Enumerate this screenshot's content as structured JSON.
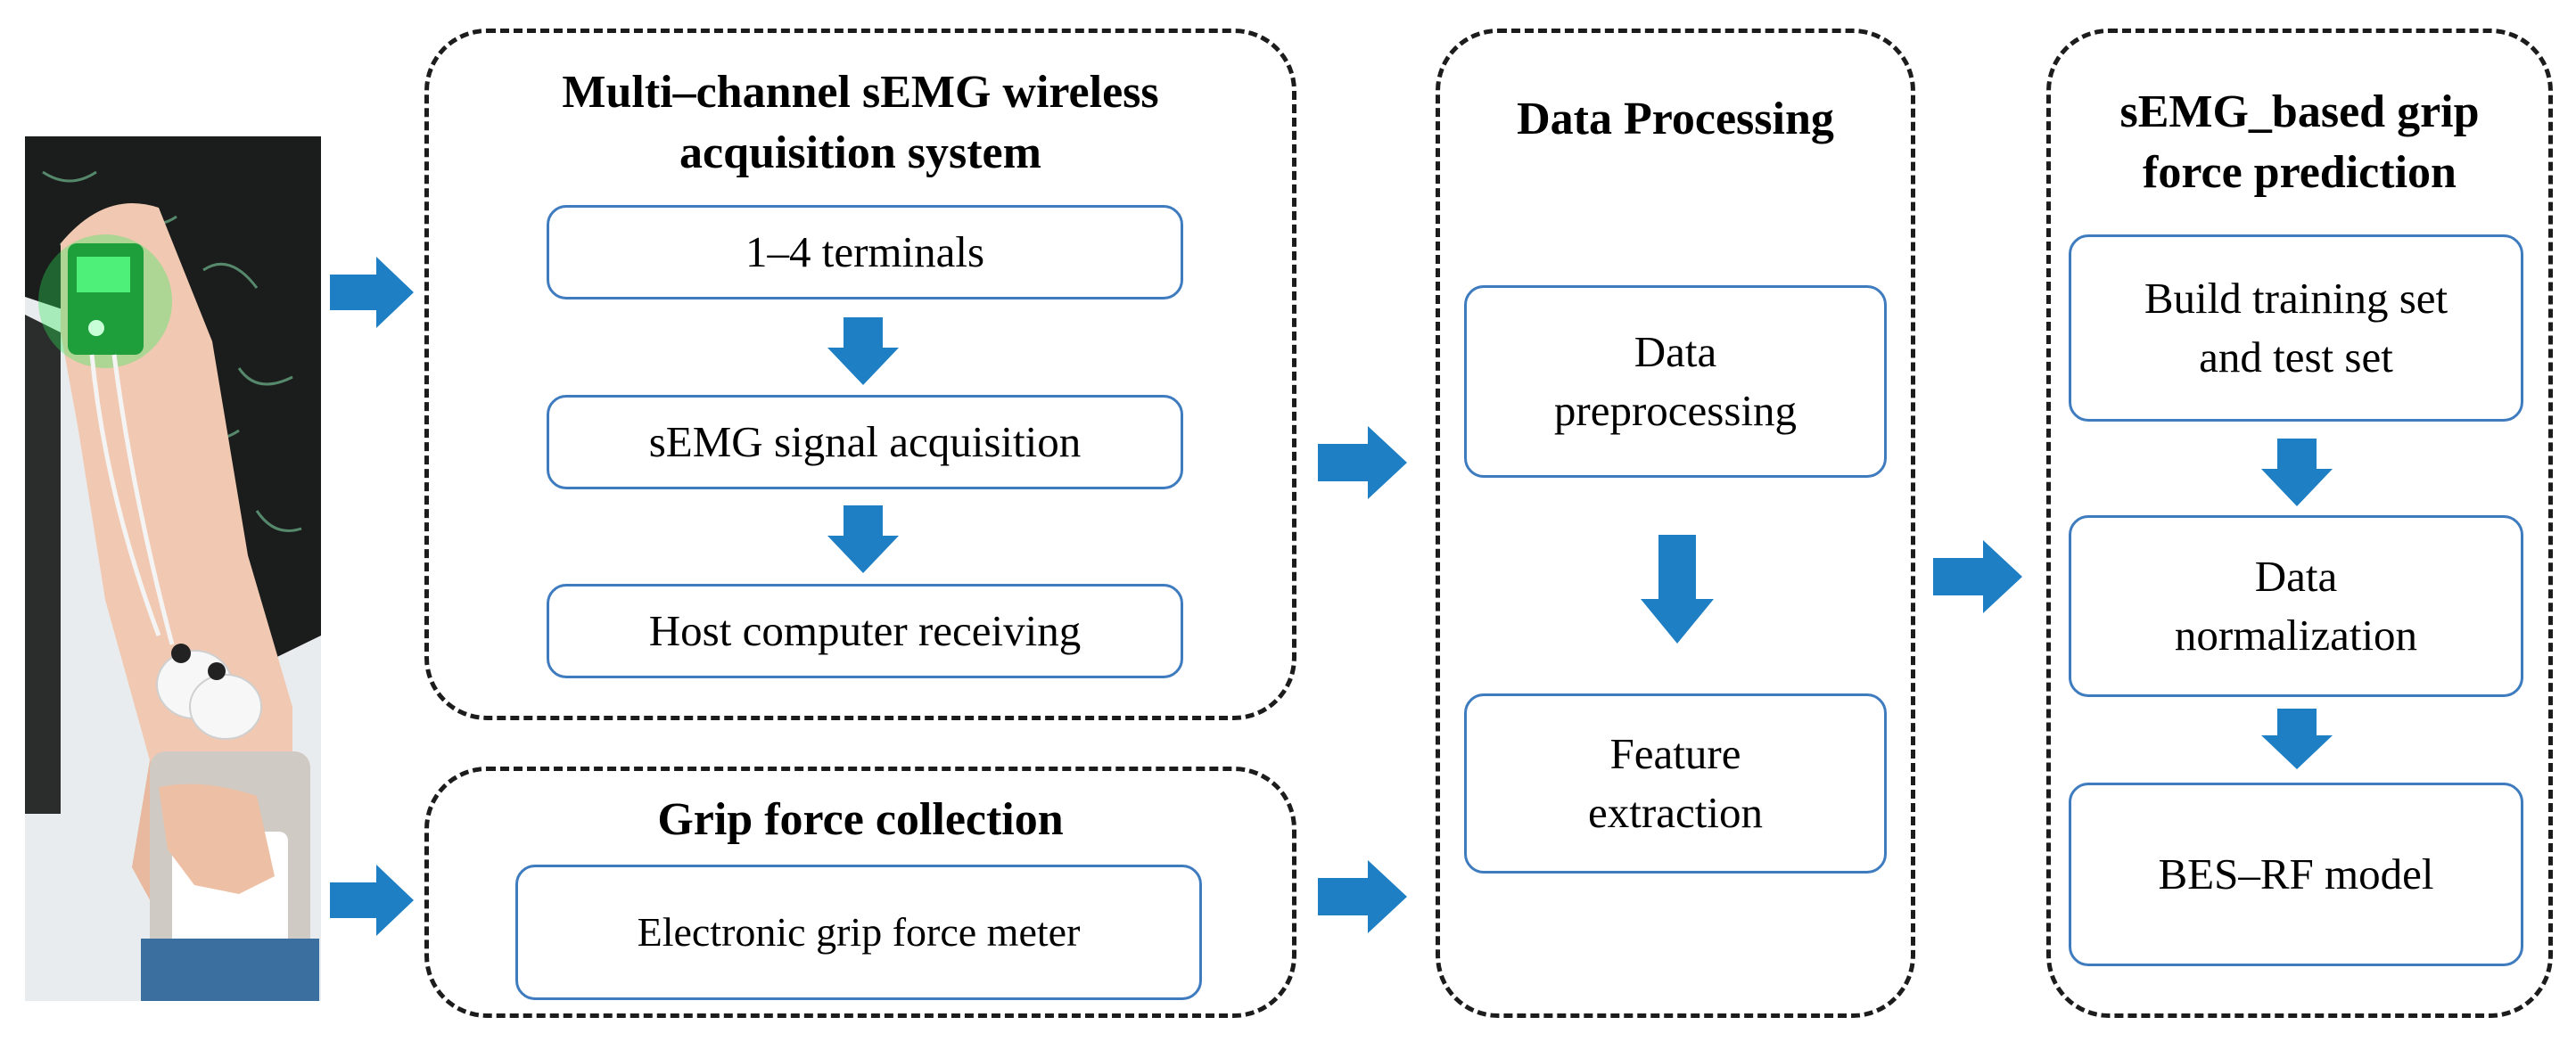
{
  "acquisition": {
    "title": "Multi–channel sEMG wireless\nacquisition system",
    "steps": [
      "1–4 terminals",
      "sEMG signal acquisition",
      "Host computer receiving"
    ]
  },
  "grip": {
    "title": "Grip force collection",
    "step": "Electronic grip force meter"
  },
  "processing": {
    "title": "Data Processing",
    "steps": [
      "Data\npreprocessing",
      "Feature\nextraction"
    ]
  },
  "prediction": {
    "title": "sEMG_based grip\nforce prediction",
    "steps": [
      "Build training set\nand test set",
      "Data\nnormalization",
      "BES–RF model"
    ]
  },
  "colors": {
    "arrow": "#1f7fc4",
    "box_border": "#3e7bbf",
    "dashed": "#1c1c1c"
  }
}
